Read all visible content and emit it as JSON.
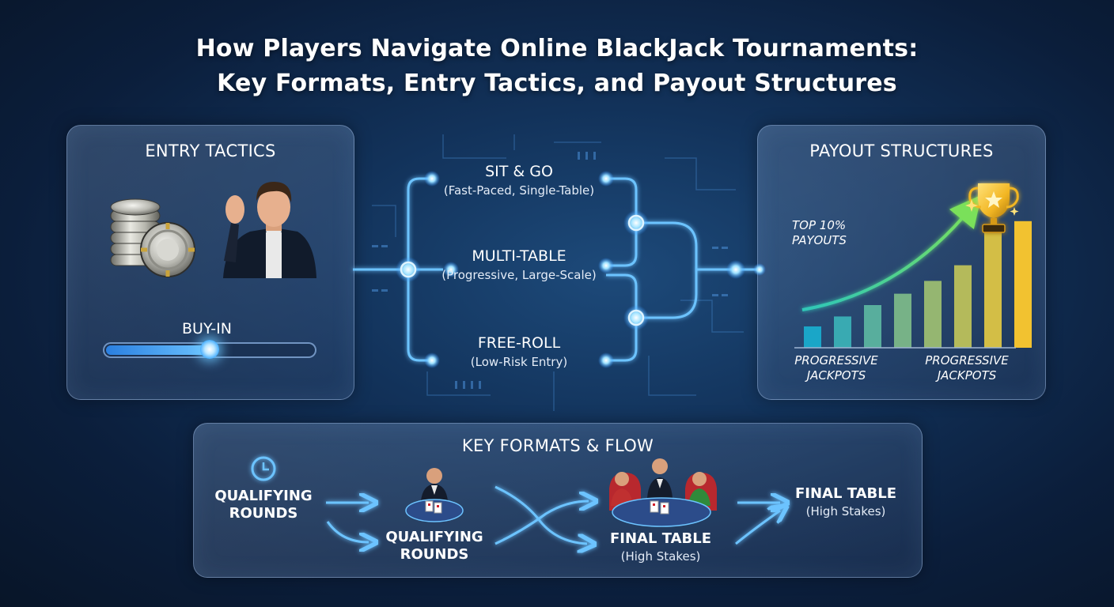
{
  "title": {
    "line1": "How Players Navigate Online BlackJack Tournaments:",
    "line2": "Key Formats, Entry Tactics, and Payout Structures"
  },
  "entry_tactics": {
    "title": "ENTRY TACTICS",
    "buyin_label": "BUY-IN",
    "buyin_level_percent": 50
  },
  "formats": [
    {
      "name": "SIT & GO",
      "desc": "(Fast-Paced, Single-Table)"
    },
    {
      "name": "MULTI-TABLE",
      "desc": "(Progressive, Large-Scale)"
    },
    {
      "name": "FREE-ROLL",
      "desc": "(Low-Risk Entry)"
    }
  ],
  "payout": {
    "title": "PAYOUT STRUCTURES",
    "top_note_line1": "TOP 10%",
    "top_note_line2": "PAYOUTS",
    "jackpot_labels": [
      {
        "line1": "PROGRESSIVE",
        "line2": "JACKPOTS"
      },
      {
        "line1": "PROGRESSIVE",
        "line2": "JACKPOTS"
      }
    ],
    "bar_levels": [
      0.15,
      0.22,
      0.3,
      0.38,
      0.47,
      0.58,
      0.81,
      0.89
    ]
  },
  "key_formats": {
    "title": "KEY FORMATS & FLOW",
    "steps": [
      {
        "line1": "QUALIFYING",
        "line2": "ROUNDS"
      },
      {
        "line1": "QUALIFYING",
        "line2": "ROUNDS"
      },
      {
        "line1": "FINAL TABLE",
        "sub": "(High Stakes)"
      },
      {
        "line1": "FINAL TABLE",
        "sub": "(High Stakes)"
      }
    ]
  },
  "colors": {
    "accent_blue": "#4ab0ff",
    "glow": "#9fe2ff",
    "bar_start": "#1aa6c8",
    "bar_end": "#f2c230",
    "trophy": "#f2b623"
  }
}
